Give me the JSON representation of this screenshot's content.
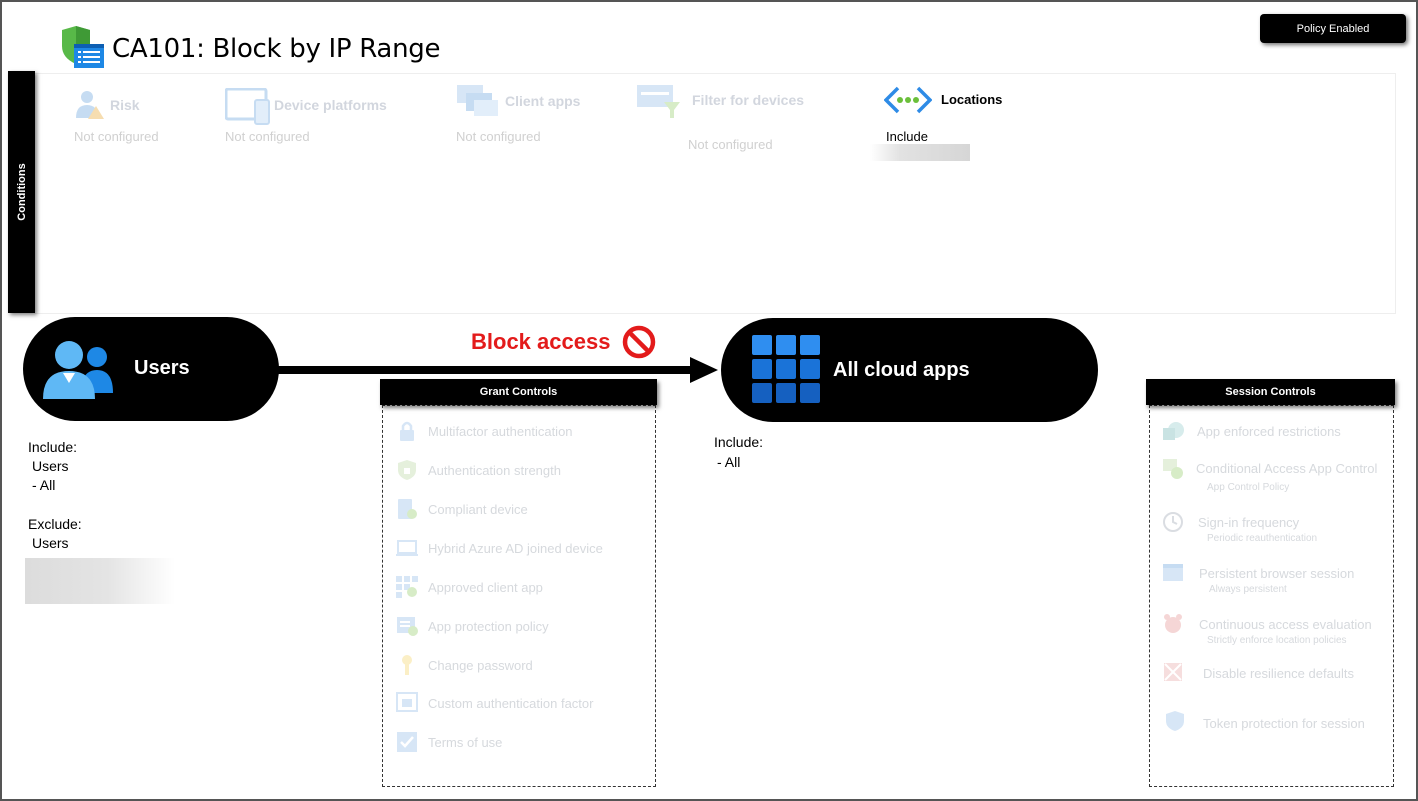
{
  "header": {
    "title": "CA101: Block by IP Range",
    "badge": "Policy Enabled"
  },
  "conditions": {
    "tab_label": "Conditions",
    "items": [
      {
        "id": "risk",
        "label": "Risk",
        "status": "Not configured",
        "icon": "risk-icon"
      },
      {
        "id": "device-platforms",
        "label": "Device platforms",
        "status": "Not configured",
        "icon": "device-platforms-icon"
      },
      {
        "id": "client-apps",
        "label": "Client apps",
        "status": "Not configured",
        "icon": "client-apps-icon"
      },
      {
        "id": "filter-devices",
        "label": "Filter for devices",
        "status": "Not configured",
        "icon": "filter-devices-icon"
      },
      {
        "id": "locations",
        "label": "Locations",
        "status": "Include",
        "icon": "locations-icon"
      }
    ]
  },
  "users": {
    "label": "Users",
    "include_heading": "Include:",
    "include_type": "Users",
    "include_value": "- All",
    "exclude_heading": "Exclude:",
    "exclude_type": "Users"
  },
  "action": {
    "label": "Block access",
    "icon": "block-icon"
  },
  "apps": {
    "label": "All cloud apps",
    "include_heading": "Include:",
    "include_value": "- All"
  },
  "grant_controls": {
    "title": "Grant Controls",
    "items": [
      {
        "label": "Multifactor authentication",
        "icon": "lock-icon"
      },
      {
        "label": "Authentication strength",
        "icon": "shield-lock-icon"
      },
      {
        "label": "Compliant device",
        "icon": "compliant-device-icon"
      },
      {
        "label": "Hybrid Azure AD joined device",
        "icon": "laptop-icon"
      },
      {
        "label": "Approved client app",
        "icon": "approved-app-icon"
      },
      {
        "label": "App protection policy",
        "icon": "app-protection-icon"
      },
      {
        "label": "Change password",
        "icon": "key-icon"
      },
      {
        "label": "Custom authentication factor",
        "icon": "custom-factor-icon"
      },
      {
        "label": "Terms of use",
        "icon": "terms-of-use-icon"
      }
    ]
  },
  "session_controls": {
    "title": "Session Controls",
    "items": [
      {
        "label": "App enforced restrictions",
        "sub": "",
        "icon": "sharepoint-icon"
      },
      {
        "label": "Conditional Access App Control",
        "sub": "App Control Policy",
        "icon": "app-control-icon"
      },
      {
        "label": "Sign-in frequency",
        "sub": "Periodic reauthentication",
        "icon": "clock-icon"
      },
      {
        "label": "Persistent browser session",
        "sub": "Always persistent",
        "icon": "browser-icon"
      },
      {
        "label": "Continuous access evaluation",
        "sub": "Strictly enforce location policies",
        "icon": "cae-icon"
      },
      {
        "label": "Disable resilience defaults",
        "sub": "",
        "icon": "resilience-icon"
      },
      {
        "label": "Token protection for session",
        "sub": "",
        "icon": "token-shield-icon"
      }
    ]
  },
  "colors": {
    "block_red": "#e31b1b",
    "azure_blue": "#0078d4",
    "muted_text": "#d0d0d0"
  }
}
